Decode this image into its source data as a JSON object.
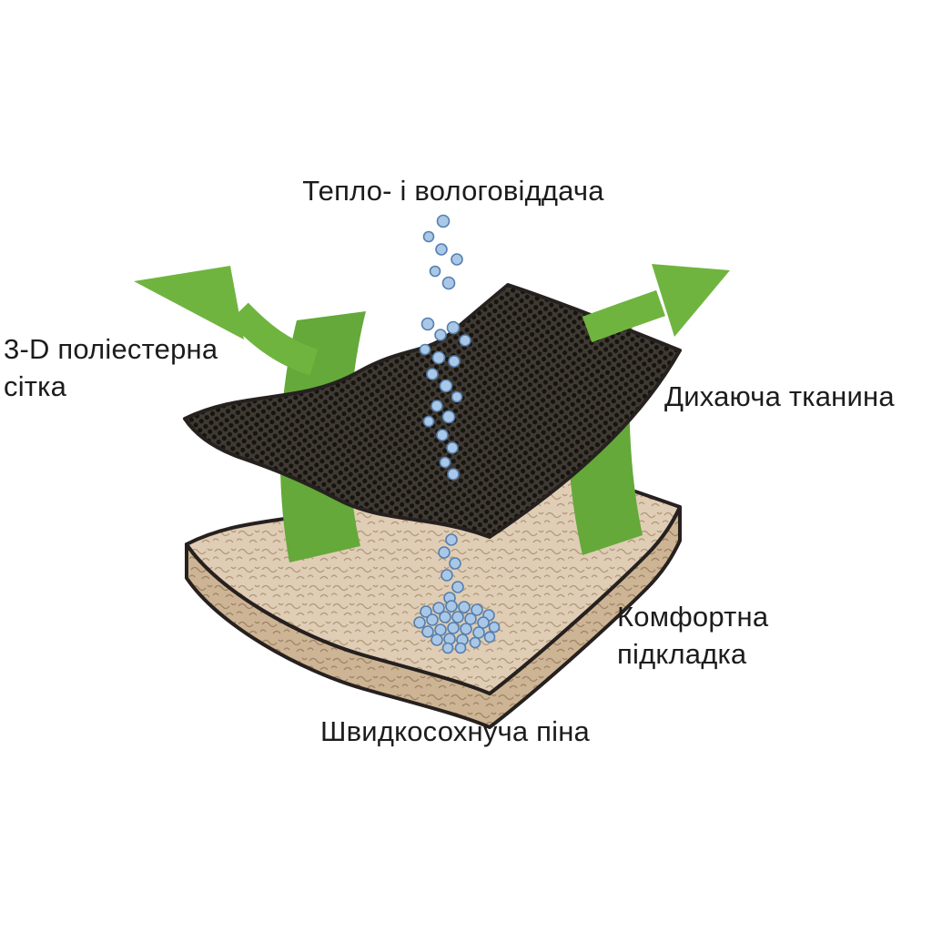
{
  "diagram": {
    "title": "Тепло- і вологовіддача",
    "label_mesh": "3-D поліестерна сітка",
    "label_fabric": "Дихаюча тканина",
    "label_lining": "Комфортна підкладка",
    "label_foam": "Швидкосохнуча піна",
    "colors": {
      "arrow_green": "#6fb43f",
      "ribbon_green": "#64a939",
      "mesh_base": "#3f3a33",
      "mesh_dot": "#17140f",
      "foam": "#e0cdb5",
      "foam_line": "#b19879",
      "foam_side": "#cdb494",
      "foam_side_line": "#9d8466",
      "droplet_fill": "#a9c8e8",
      "droplet_stroke": "#567fae",
      "outline": "#26211f",
      "text": "#1c1c1c",
      "background": "#ffffff"
    },
    "icons": {
      "left_arrow": "arrow-up-left-icon",
      "right_arrow": "arrow-up-right-icon",
      "droplets": "water-droplets-icon"
    }
  }
}
